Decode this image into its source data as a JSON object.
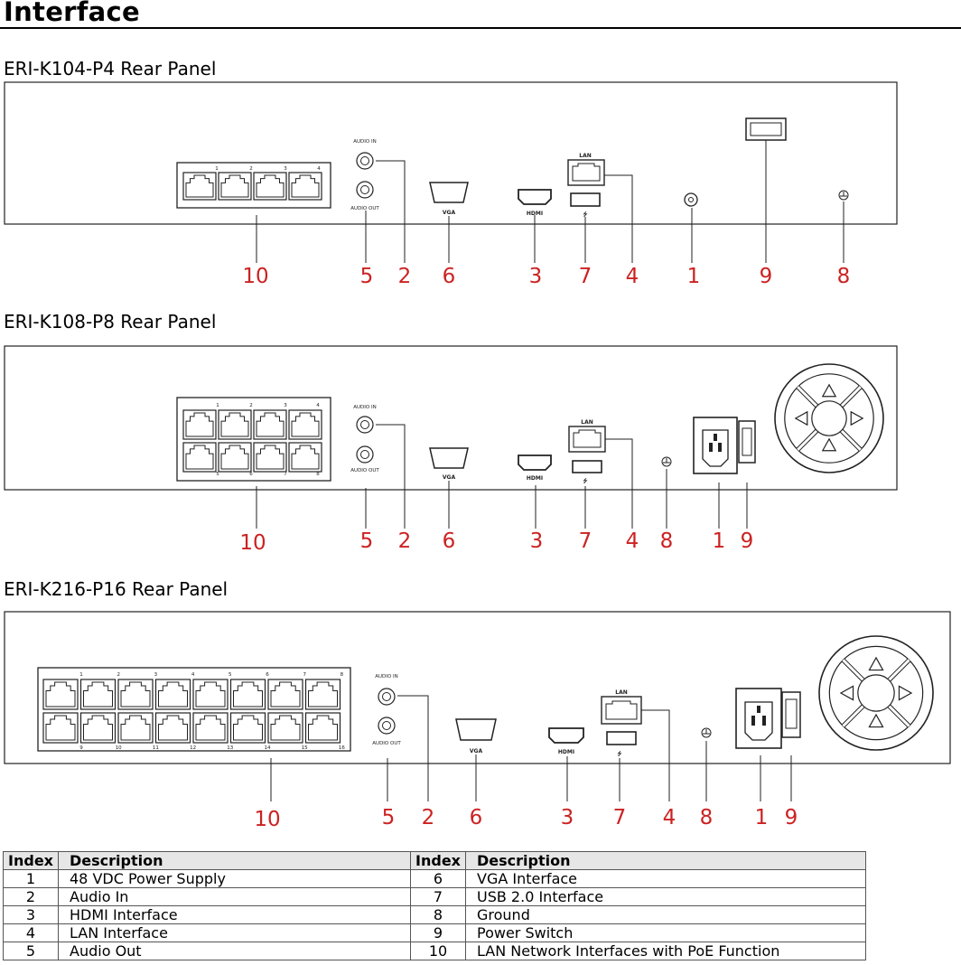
{
  "header": {
    "title": "Interface"
  },
  "panels": [
    {
      "title": "ERI-K104-P4 Rear Panel",
      "port_numbers_top": [
        "1",
        "2",
        "3",
        "4"
      ],
      "port_numbers_bottom": [],
      "labels": {
        "audio_in": "AUDIO IN",
        "audio_out": "AUDIO OUT",
        "vga": "VGA",
        "hdmi": "HDMI",
        "lan": "LAN"
      },
      "callouts": [
        "10",
        "5",
        "2",
        "6",
        "3",
        "7",
        "4",
        "1",
        "9",
        "8"
      ]
    },
    {
      "title": "ERI-K108-P8 Rear Panel",
      "port_numbers_top": [
        "1",
        "2",
        "3",
        "4"
      ],
      "port_numbers_bottom": [
        "5",
        "6",
        "7",
        "8"
      ],
      "labels": {
        "audio_in": "AUDIO IN",
        "audio_out": "AUDIO OUT",
        "vga": "VGA",
        "hdmi": "HDMI",
        "lan": "LAN"
      },
      "callouts": [
        "10",
        "5",
        "2",
        "6",
        "3",
        "7",
        "4",
        "8",
        "1",
        "9"
      ]
    },
    {
      "title": "ERI-K216-P16 Rear Panel",
      "port_numbers_top": [
        "1",
        "2",
        "3",
        "4",
        "5",
        "6",
        "7",
        "8"
      ],
      "port_numbers_bottom": [
        "9",
        "10",
        "11",
        "12",
        "13",
        "14",
        "15",
        "16"
      ],
      "labels": {
        "audio_in": "AUDIO IN",
        "audio_out": "AUDIO OUT",
        "vga": "VGA",
        "hdmi": "HDMI",
        "lan": "LAN"
      },
      "callouts": [
        "10",
        "5",
        "2",
        "6",
        "3",
        "7",
        "4",
        "8",
        "1",
        "9"
      ]
    }
  ],
  "table": {
    "headers": [
      "Index",
      "Description",
      "Index",
      "Description"
    ],
    "rows": [
      [
        "1",
        "48 VDC Power Supply",
        "6",
        "VGA Interface"
      ],
      [
        "2",
        "Audio In",
        "7",
        "USB 2.0 Interface"
      ],
      [
        "3",
        "HDMI Interface",
        "8",
        "Ground"
      ],
      [
        "4",
        "LAN Interface",
        "9",
        "Power Switch"
      ],
      [
        "5",
        "Audio Out",
        "10",
        "LAN Network Interfaces with PoE Function"
      ]
    ]
  },
  "colors": {
    "callout": "#cc2222",
    "line": "#222222"
  }
}
